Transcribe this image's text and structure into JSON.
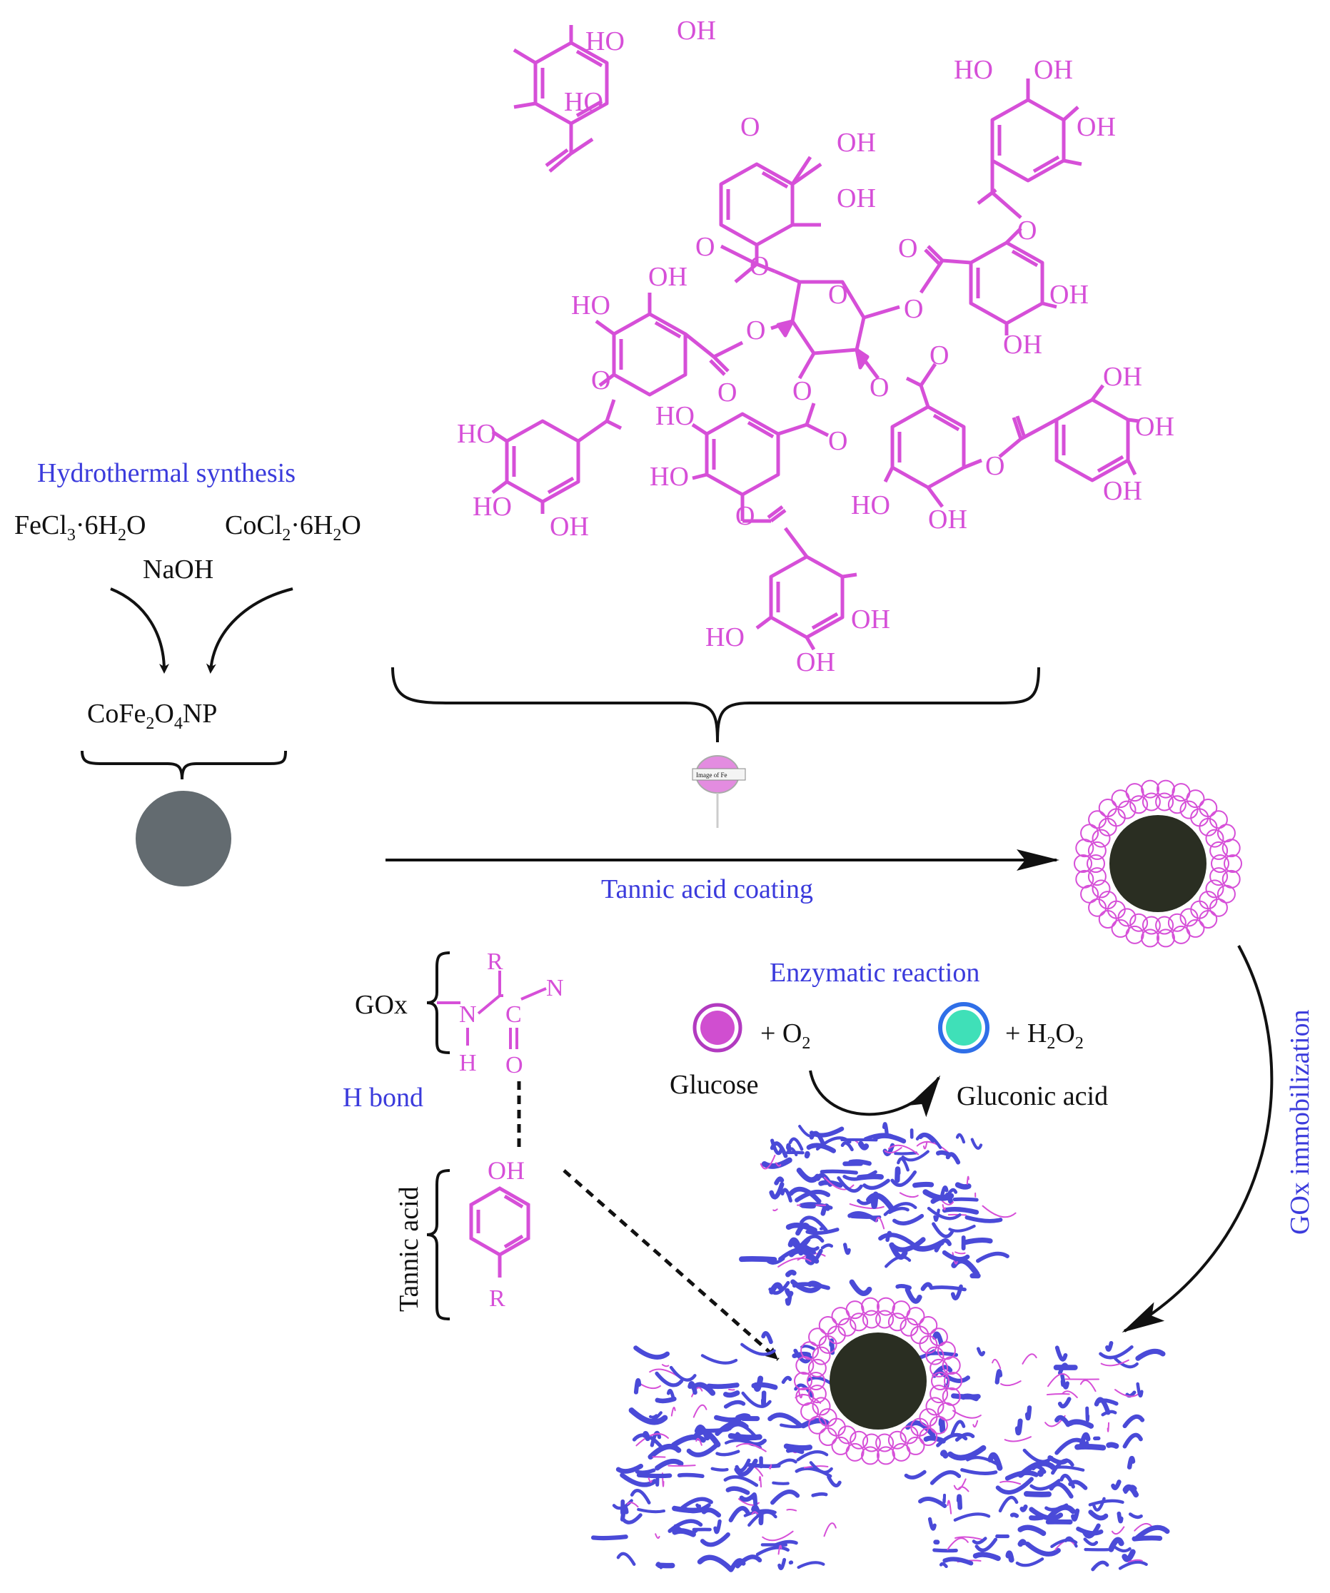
{
  "colors": {
    "molecule": "#d64fd8",
    "label_blue": "#3b3bdc",
    "text": "#111111",
    "nanoparticle_bare": "#636b70",
    "nanoparticle_core": "#2a2e22",
    "enzyme": "#4a4ad8",
    "gluconic_fill": "#3fe0b8",
    "gluconic_ring": "#2f6fe8"
  },
  "synthesis": {
    "title": "Hydrothermal synthesis",
    "reagent_fe": {
      "a": "FeCl",
      "s1": "3",
      "b": "·6H",
      "s2": "2",
      "c": "O"
    },
    "reagent_co": {
      "a": "CoCl",
      "s1": "2",
      "b": "·6H",
      "s2": "2",
      "c": "O"
    },
    "base": "NaOH",
    "product": {
      "a": "CoFe",
      "s1": "2",
      "b": "O",
      "s2": "4",
      "c": "NP"
    }
  },
  "coating": {
    "label": "Tannic acid coating",
    "thumbnail_text": "Image of Fe"
  },
  "immobilization": {
    "label": "GOx immobilization"
  },
  "enzymatic": {
    "title": "Enzymatic reaction",
    "plus_o2": {
      "a": "+ O",
      "s": "2"
    },
    "plus_h2o2": {
      "a": "+ H",
      "s1": "2",
      "b": "O",
      "s2": "2"
    },
    "substrate": "Glucose",
    "product": "Gluconic acid"
  },
  "hbond": {
    "enzyme": "GOx",
    "r_top": "R",
    "n_atom": "N",
    "h_atom": "H",
    "c_atom": "C",
    "o_atom": "O",
    "n_next": "N",
    "label": "H bond",
    "tannic_label": "Tannic acid",
    "oh": "OH",
    "r_bottom": "R"
  },
  "tannic_acid_labels": {
    "oh": "OH",
    "ho": "HO",
    "o": "O"
  },
  "icons": [
    "bare-nanoparticle-icon",
    "coated-nanoparticle-icon",
    "gox-enzyme-icon",
    "glucose-icon",
    "gluconic-acid-icon"
  ]
}
